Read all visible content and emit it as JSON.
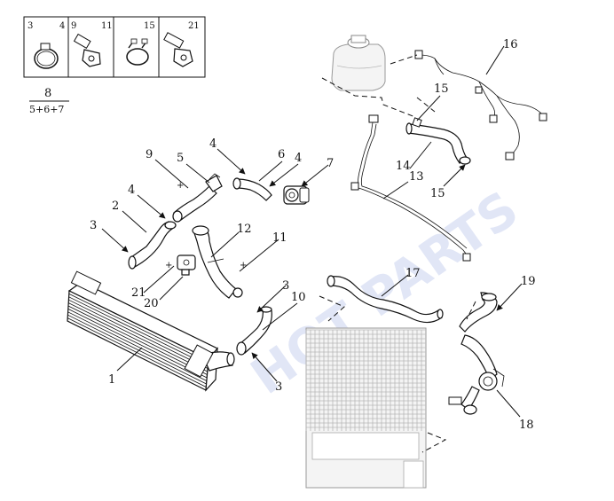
{
  "legend_box": {
    "cells": [
      {
        "left": "3",
        "right": "4"
      },
      {
        "left": "9",
        "right": "11"
      },
      {
        "left": "",
        "right": "15"
      },
      {
        "left": "",
        "right": "21"
      }
    ]
  },
  "kit_label": {
    "top": "8",
    "bottom": "5+6+7"
  },
  "callouts": {
    "c1": "1",
    "c2": "2",
    "c3a": "3",
    "c3b": "3",
    "c3c": "3",
    "c4a": "4",
    "c4b": "4",
    "c4c": "4",
    "c5": "5",
    "c6": "6",
    "c7": "7",
    "c9": "9",
    "c10": "10",
    "c11": "11",
    "c12": "12",
    "c13": "13",
    "c14": "14",
    "c15a": "15",
    "c15b": "15",
    "c16": "16",
    "c17": "17",
    "c18": "18",
    "c19": "19",
    "c20": "20",
    "c21": "21"
  },
  "watermark": "HOT PARTS"
}
